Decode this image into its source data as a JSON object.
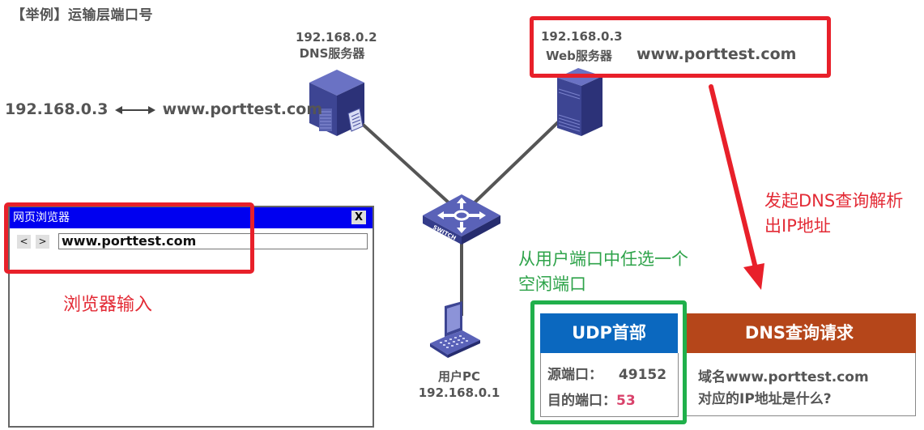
{
  "title": "【举例】运输层端口号",
  "dns_server": {
    "ip": "192.168.0.2",
    "name": "DNS服务器",
    "icon": "server-icon"
  },
  "web_server": {
    "ip": "192.168.0.3",
    "name": "Web服务器",
    "domain": "www.porttest.com",
    "icon": "server-icon"
  },
  "switch": {
    "label": "SWITCH",
    "icon": "switch-icon"
  },
  "user_pc": {
    "name": "用户PC",
    "ip": "192.168.0.1",
    "icon": "laptop-icon"
  },
  "mapping": {
    "ip": "192.168.0.3",
    "domain": "www.porttest.com"
  },
  "browser": {
    "title": "网页浏览器",
    "close_label": "X",
    "back_label": "<",
    "forward_label": ">",
    "url": "www.porttest.com",
    "caption": "浏览器输入"
  },
  "notes": {
    "dns_query": [
      "发起DNS查询解析",
      "出IP地址"
    ],
    "port_choice": [
      "从用户端口中任选一个",
      "空闲端口"
    ]
  },
  "packet": {
    "udp_header": {
      "title": "UDP首部",
      "src_label": "源端口：",
      "src_port": "49152",
      "dst_label": "目的端口：",
      "dst_port": "53"
    },
    "dns_request": {
      "title": "DNS查询请求",
      "line1": "域名www.porttest.com",
      "line2": "对应的IP地址是什么?"
    }
  },
  "colors": {
    "highlight_red": "#e8202a",
    "highlight_green": "#20b04b",
    "udp_blue": "#0b68bf",
    "dns_orange": "#b5461a",
    "dst_port_pink": "#d9426b",
    "browser_titlebar": "#0000f0"
  }
}
